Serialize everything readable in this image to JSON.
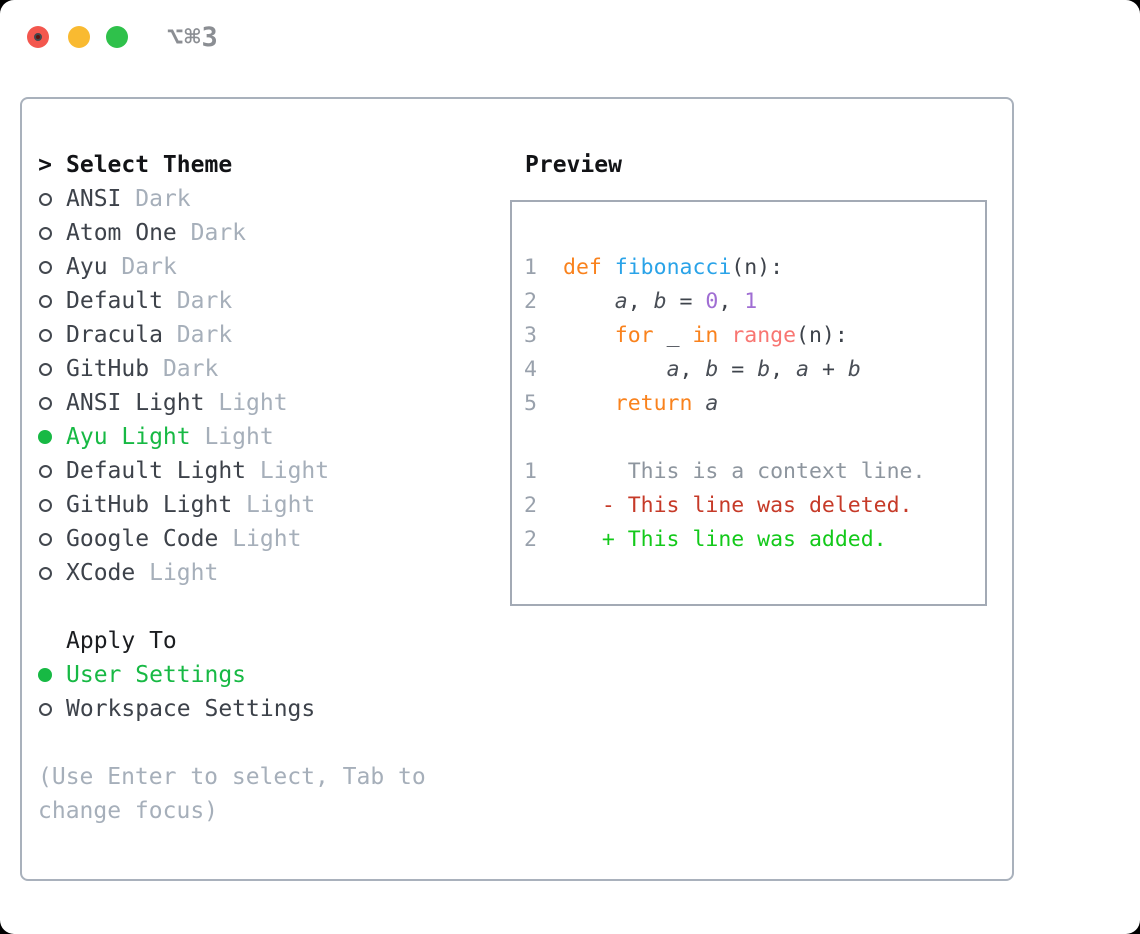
{
  "window": {
    "shortcut": "⌥⌘3",
    "traffic_lights": [
      "close",
      "minimize",
      "zoom"
    ]
  },
  "colors": {
    "ui_green": "#17b944",
    "diff_green": "#13c91a",
    "diff_red": "#c63a28",
    "keyword_orange": "#f9821d",
    "function_blue": "#2aa3e8",
    "call_coral": "#f87672",
    "number_purple": "#a06ed3",
    "dim_gray": "#a6afba",
    "panel_border": "#a9b1bc"
  },
  "sidebar": {
    "header": {
      "marker": ">",
      "label": "Select Theme"
    },
    "items": [
      {
        "label": "ANSI",
        "variant": "Dark",
        "selected": false
      },
      {
        "label": "Atom One",
        "variant": "Dark",
        "selected": false
      },
      {
        "label": "Ayu",
        "variant": "Dark",
        "selected": false
      },
      {
        "label": "Default",
        "variant": "Dark",
        "selected": false
      },
      {
        "label": "Dracula",
        "variant": "Dark",
        "selected": false
      },
      {
        "label": "GitHub",
        "variant": "Dark",
        "selected": false
      },
      {
        "label": "ANSI Light",
        "variant": "Light",
        "selected": false
      },
      {
        "label": "Ayu Light",
        "variant": "Light",
        "selected": true
      },
      {
        "label": "Default Light",
        "variant": "Light",
        "selected": false
      },
      {
        "label": "GitHub Light",
        "variant": "Light",
        "selected": false
      },
      {
        "label": "Google Code",
        "variant": "Light",
        "selected": false
      },
      {
        "label": "XCode",
        "variant": "Light",
        "selected": false
      }
    ],
    "apply_header": "Apply To",
    "apply_items": [
      {
        "label": "User Settings",
        "selected": true
      },
      {
        "label": "Workspace Settings",
        "selected": false
      }
    ],
    "hint": "(Use Enter to select, Tab to change focus)"
  },
  "preview": {
    "title": "Preview",
    "code_lines": [
      {
        "num": "1",
        "tokens": [
          [
            "def",
            "kw"
          ],
          [
            " ",
            "pl"
          ],
          [
            "fibonacci",
            "fn"
          ],
          [
            "(n):",
            "pl"
          ]
        ]
      },
      {
        "num": "2",
        "tokens": [
          [
            "    ",
            "pl"
          ],
          [
            "a",
            "var"
          ],
          [
            ", ",
            "pl"
          ],
          [
            "b",
            "var"
          ],
          [
            " = ",
            "pl"
          ],
          [
            "0",
            "num"
          ],
          [
            ", ",
            "pl"
          ],
          [
            "1",
            "num"
          ]
        ]
      },
      {
        "num": "3",
        "tokens": [
          [
            "    ",
            "pl"
          ],
          [
            "for",
            "kw"
          ],
          [
            " _ ",
            "pl"
          ],
          [
            "in",
            "kw"
          ],
          [
            " ",
            "pl"
          ],
          [
            "range",
            "call"
          ],
          [
            "(n):",
            "pl"
          ]
        ]
      },
      {
        "num": "4",
        "tokens": [
          [
            "        ",
            "pl"
          ],
          [
            "a",
            "var"
          ],
          [
            ", ",
            "pl"
          ],
          [
            "b",
            "var"
          ],
          [
            " = ",
            "pl"
          ],
          [
            "b",
            "var"
          ],
          [
            ", ",
            "pl"
          ],
          [
            "a",
            "var"
          ],
          [
            " + ",
            "pl"
          ],
          [
            "b",
            "var"
          ]
        ]
      },
      {
        "num": "5",
        "tokens": [
          [
            "    ",
            "pl"
          ],
          [
            "return",
            "kw"
          ],
          [
            " ",
            "pl"
          ],
          [
            "a",
            "var"
          ]
        ]
      }
    ],
    "diff_lines": [
      {
        "num": "1",
        "marker": " ",
        "text": "This is a context line.",
        "kind": "context"
      },
      {
        "num": "2",
        "marker": "-",
        "text": "This line was deleted.",
        "kind": "deleted"
      },
      {
        "num": "2",
        "marker": "+",
        "text": "This line was added.",
        "kind": "added"
      }
    ]
  }
}
